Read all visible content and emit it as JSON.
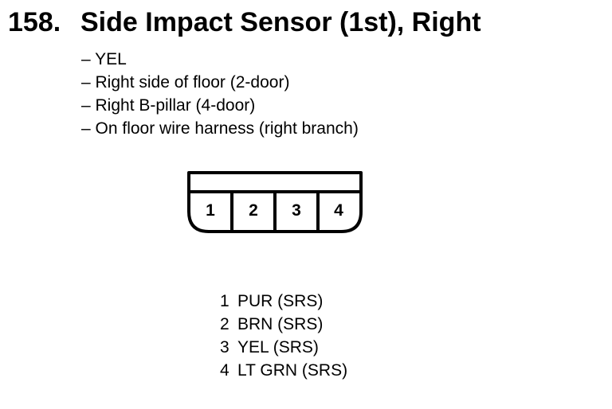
{
  "title": {
    "number": "158.",
    "text": "Side Impact Sensor (1st), Right"
  },
  "details": [
    "– YEL",
    "– Right side of floor (2-door)",
    "– Right B-pillar (4-door)",
    "– On floor wire harness (right branch)"
  ],
  "connector": {
    "pins": [
      "1",
      "2",
      "3",
      "4"
    ]
  },
  "legend": [
    {
      "pin": "1",
      "wire": "PUR (SRS)"
    },
    {
      "pin": "2",
      "wire": "BRN (SRS)"
    },
    {
      "pin": "3",
      "wire": "YEL (SRS)"
    },
    {
      "pin": "4",
      "wire": "LT GRN (SRS)"
    }
  ]
}
